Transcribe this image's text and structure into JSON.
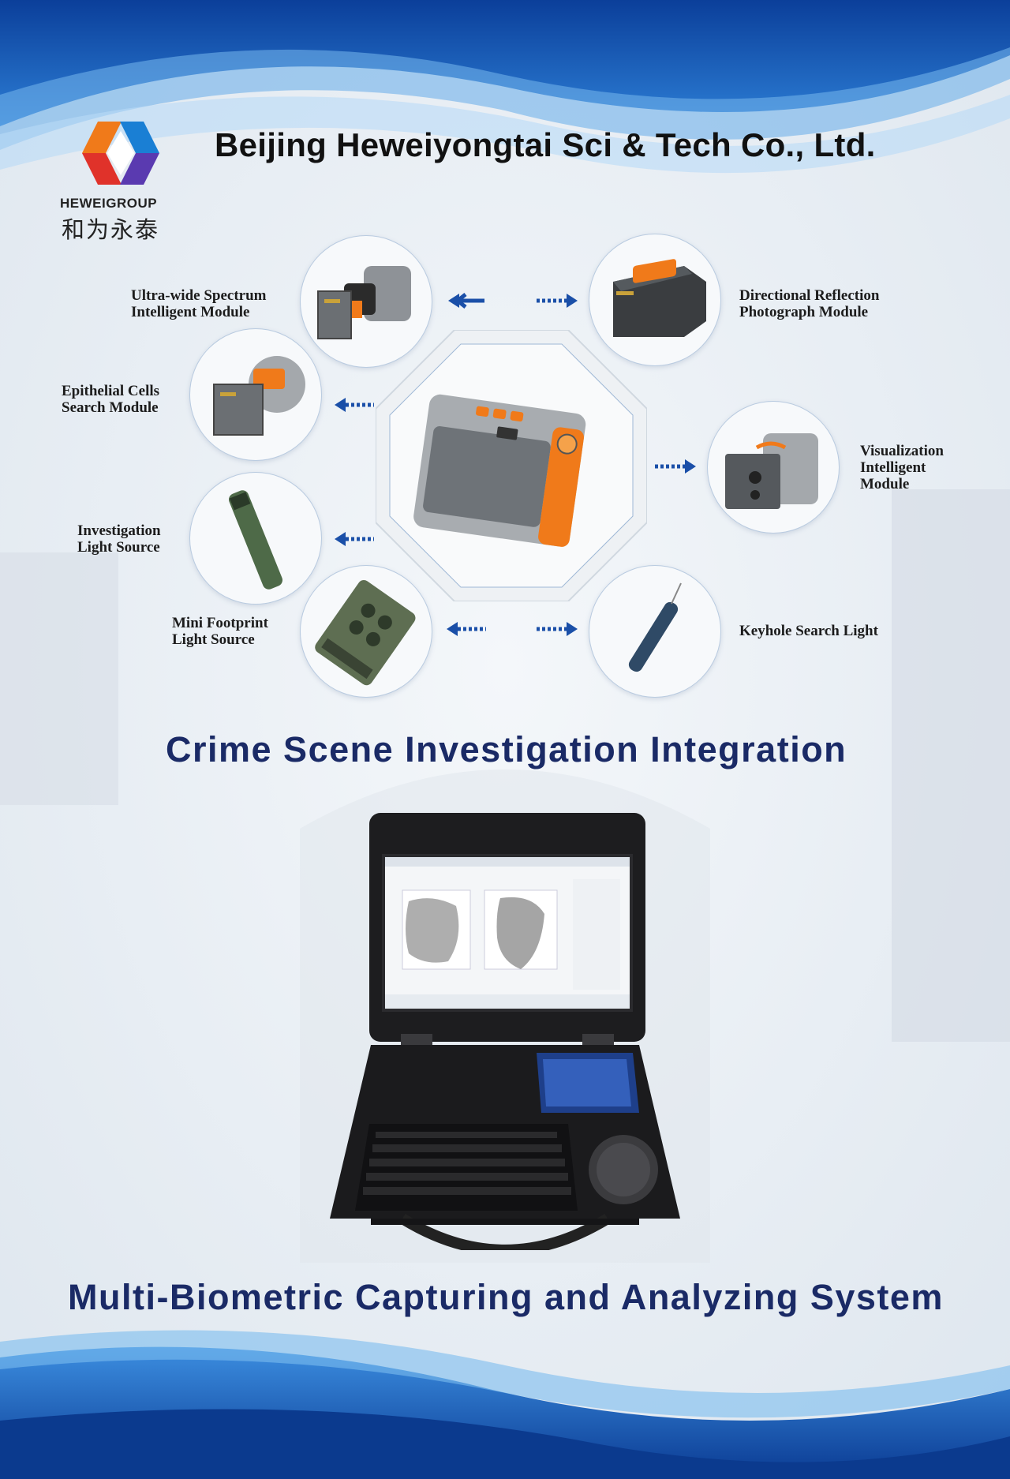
{
  "company": {
    "name": "Beijing Heweiyongtai Sci & Tech Co., Ltd.",
    "logo_en": "HEWEIGROUP",
    "logo_cn": "和为永泰"
  },
  "modules": {
    "ultra_wide": "Ultra-wide Spectrum\nIntelligent Module",
    "directional": "Directional Reflection\nPhotograph Module",
    "epithelial": "Epithelial Cells\nSearch Module",
    "visualization": "Visualization\nIntelligent\nModule",
    "investigation": "Investigation\nLight Source",
    "mini_footprint": "Mini Footprint\nLight Source",
    "keyhole": "Keyhole Search Light"
  },
  "headings": {
    "integration": "Crime Scene Investigation Integration",
    "system": "Multi-Biometric Capturing and Analyzing System"
  },
  "colors": {
    "brand_blue": "#1a4fa8",
    "accent_orange": "#f07a1a",
    "heading_navy": "#1a2a66"
  }
}
